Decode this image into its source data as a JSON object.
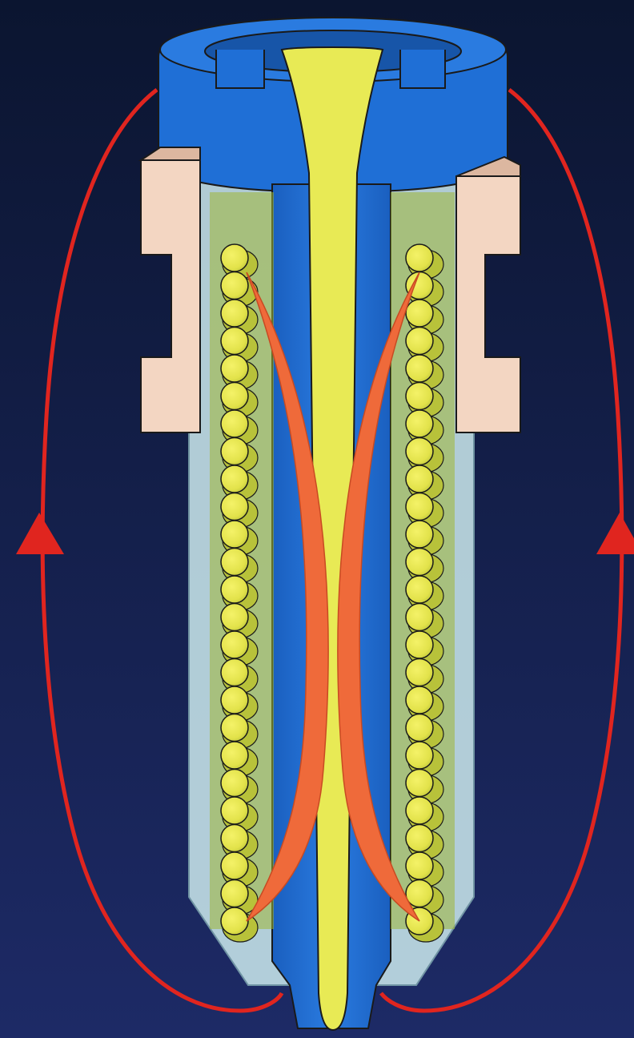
{
  "title": "",
  "colors": {
    "background_top": "#0b1530",
    "background_bottom": "#1d2a66",
    "body_blue": "#1f6fd6",
    "body_blue_dark": "#1755a8",
    "body_blue_light": "#3a86e6",
    "clamp_ring": "#f3d6c2",
    "clamp_ring_shade": "#dcb7a0",
    "sleeve_cyan": "#cdebef",
    "coil_yellow": "#e6e44a",
    "coil_shadow": "#b8c23a",
    "coil_backing": "#9fb734",
    "nozzle_channel": "#e8ea55",
    "heat_field": "#ef6a3a",
    "flux_loop": "#e0251f",
    "outline": "#1a1a1a"
  },
  "diagram": {
    "components": [
      {
        "id": "nozzle-body",
        "icon": "nozzle-body-icon"
      },
      {
        "id": "melt-channel",
        "icon": "melt-channel-icon"
      },
      {
        "id": "clamp-ring-left",
        "icon": "clamp-ring-icon"
      },
      {
        "id": "clamp-ring-right",
        "icon": "clamp-ring-icon"
      },
      {
        "id": "insulation-sleeve",
        "icon": "sleeve-icon"
      },
      {
        "id": "heater-coil-left",
        "icon": "coil-icon",
        "turns": 25
      },
      {
        "id": "heater-coil-right",
        "icon": "coil-icon",
        "turns": 25
      },
      {
        "id": "heat-field-left",
        "icon": "heat-field-icon"
      },
      {
        "id": "heat-field-right",
        "icon": "heat-field-icon"
      },
      {
        "id": "flux-loop-left",
        "icon": "arrow-up-icon",
        "direction": "up"
      },
      {
        "id": "flux-loop-right",
        "icon": "arrow-up-icon",
        "direction": "up"
      }
    ]
  }
}
